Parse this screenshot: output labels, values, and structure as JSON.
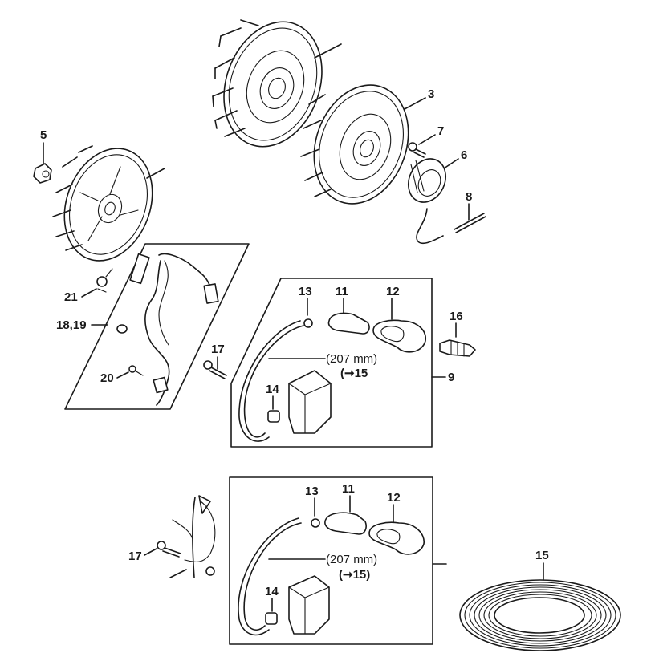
{
  "diagram": {
    "type": "exploded parts diagram",
    "parts": [
      {
        "id": "flywheel-top",
        "label": ""
      },
      {
        "id": "flywheel-left",
        "label": ""
      },
      {
        "id": "flywheel-mid",
        "label": "3"
      },
      {
        "id": "nut",
        "label": "5"
      },
      {
        "id": "clamp-ring",
        "label": "6"
      },
      {
        "id": "screw-7",
        "label": "7"
      },
      {
        "id": "pin",
        "label": "8"
      },
      {
        "id": "ignition-module-kit",
        "label": "9"
      },
      {
        "id": "spark-plug-boot",
        "label": "11"
      },
      {
        "id": "boot-cover",
        "label": "12"
      },
      {
        "id": "spring-terminal",
        "label": "13"
      },
      {
        "id": "module-connector",
        "label": "14"
      },
      {
        "id": "ignition-lead-coil",
        "label": "15"
      },
      {
        "id": "spark-plug",
        "label": "16"
      },
      {
        "id": "screw-17",
        "label": "17"
      },
      {
        "id": "wiring-harness",
        "label": "18,19"
      },
      {
        "id": "screw-20",
        "label": "20"
      },
      {
        "id": "clip",
        "label": "21"
      }
    ],
    "upper_kit": {
      "labels": {
        "terminal": "13",
        "boot": "11",
        "cover": "12",
        "connector": "14",
        "kit": "9",
        "plug": "16"
      },
      "lead_length": "(207 mm)",
      "lead_ref": "(➞15"
    },
    "lower_kit": {
      "labels": {
        "terminal": "13",
        "boot": "11",
        "cover": "12",
        "connector": "14",
        "screw": "17"
      },
      "lead_length": "(207 mm)",
      "lead_ref": "(➞15)"
    },
    "harness_box": {
      "labels": {
        "harness": "18,19",
        "clip": "21",
        "screw_inner": "20",
        "screw_outer": "17"
      }
    },
    "coil": {
      "label": "15"
    }
  }
}
